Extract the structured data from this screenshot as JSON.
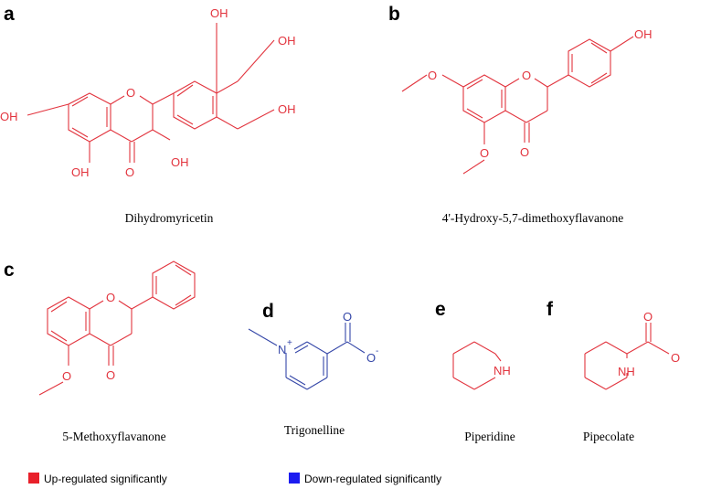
{
  "colors": {
    "up": "#e2343e",
    "down": "#3547a8",
    "legend_up_swatch": "#e8202a",
    "legend_down_swatch": "#1c1cf0"
  },
  "panels": [
    {
      "letter": "a",
      "name": "Dihydromyricetin",
      "color": "up"
    },
    {
      "letter": "b",
      "name": "4'-Hydroxy-5,7-dimethoxyflavanone",
      "color": "up"
    },
    {
      "letter": "c",
      "name": "5-Methoxyflavanone",
      "color": "up"
    },
    {
      "letter": "d",
      "name": "Trigonelline",
      "color": "down"
    },
    {
      "letter": "e",
      "name": "Piperidine",
      "color": "up"
    },
    {
      "letter": "f",
      "name": "Pipecolate",
      "color": "up"
    }
  ],
  "atom_labels": {
    "oh": "OH",
    "o": "O",
    "nh": "NH",
    "n": "N",
    "plus": "+",
    "minus": "-"
  },
  "legend": [
    {
      "label": "Up-regulated significantly",
      "swatch": "legend_up_swatch"
    },
    {
      "label": "Down-regulated significantly",
      "swatch": "legend_down_swatch"
    }
  ]
}
